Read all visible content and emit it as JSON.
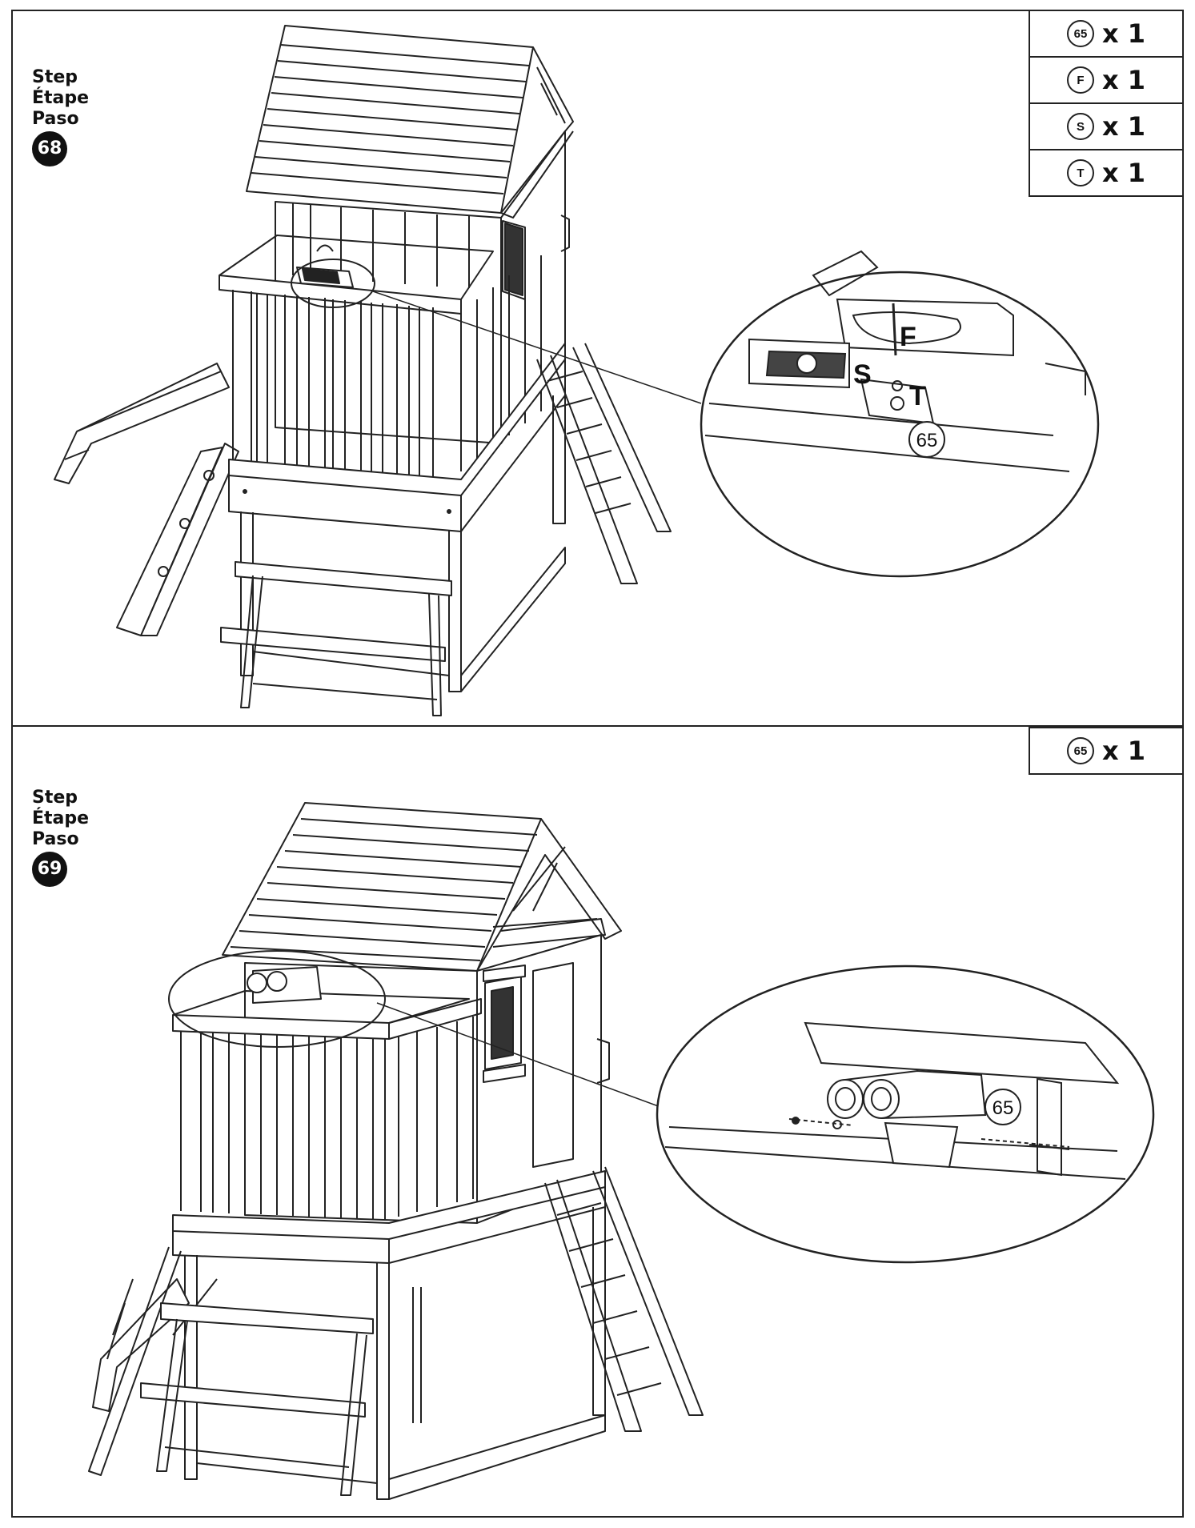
{
  "step68": {
    "labels": [
      "Step",
      "Étape",
      "Paso"
    ],
    "number": "68",
    "parts": [
      {
        "id": "65",
        "qty": "x 1"
      },
      {
        "id": "F",
        "qty": "x 1"
      },
      {
        "id": "S",
        "qty": "x 1"
      },
      {
        "id": "T",
        "qty": "x 1"
      }
    ],
    "callouts": {
      "f": "F",
      "s": "S",
      "t": "T",
      "part": "65"
    }
  },
  "step69": {
    "labels": [
      "Step",
      "Étape",
      "Paso"
    ],
    "number": "69",
    "parts": [
      {
        "id": "65",
        "qty": "x 1"
      }
    ],
    "callouts": {
      "part": "65"
    }
  }
}
